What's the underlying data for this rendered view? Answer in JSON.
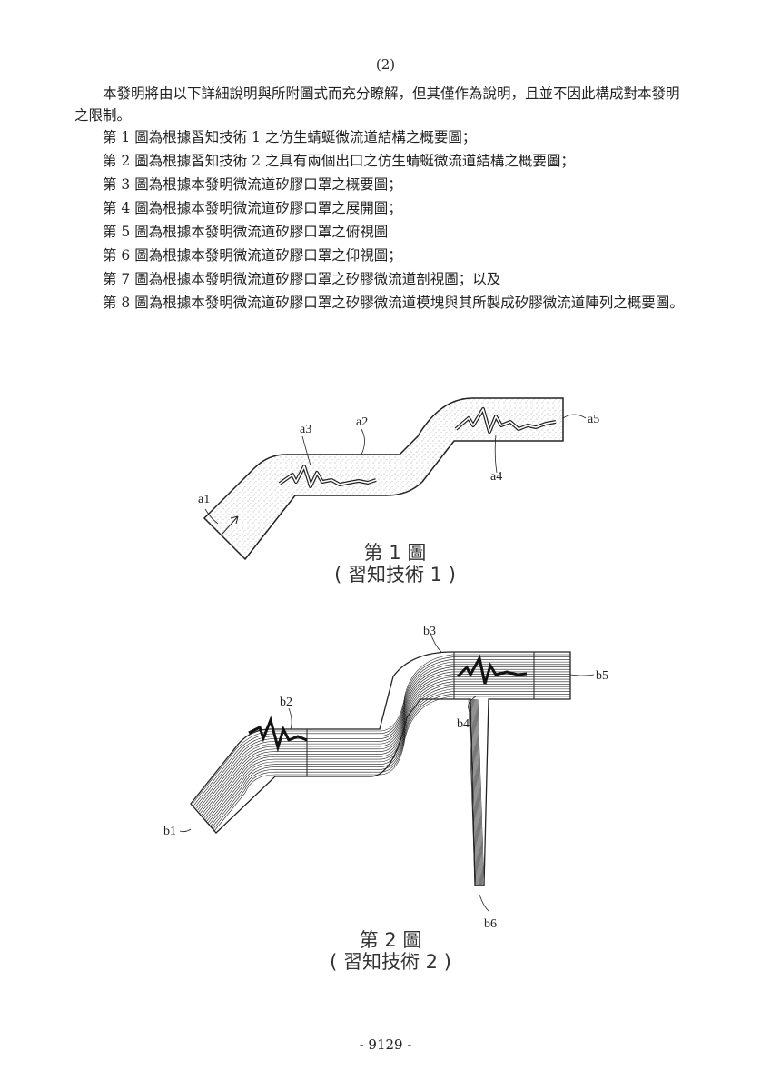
{
  "header": {
    "page_marker": "(2)"
  },
  "intro": "本發明將由以下詳細說明與所附圖式而充分瞭解，但其僅作為說明，且並不因此構成對本發明之限制。",
  "figure_list": [
    "第 1 圖為根據習知技術 1 之仿生蜻蜓微流道結構之概要圖；",
    "第 2 圖為根據習知技術 2 之具有兩個出口之仿生蜻蜓微流道結構之概要圖；",
    "第 3 圖為根據本發明微流道矽膠口罩之概要圖；",
    "第 4 圖為根據本發明微流道矽膠口罩之展開圖；",
    "第 5 圖為根據本發明微流道矽膠口罩之俯視圖",
    "第 6 圖為根據本發明微流道矽膠口罩之仰視圖；",
    "第 7 圖為根據本發明微流道矽膠口罩之矽膠微流道剖視圖；以及",
    "第 8 圖為根據本發明微流道矽膠口罩之矽膠微流道模塊與其所製成矽膠微流道陣列之概要圖。"
  ],
  "figure1": {
    "labels": {
      "a1": "a1",
      "a2": "a2",
      "a3": "a3",
      "a4": "a4",
      "a5": "a5"
    },
    "caption_line1": "第 1 圖",
    "caption_line2": "( 習知技術 1 )"
  },
  "figure2": {
    "labels": {
      "b1": "b1",
      "b2": "b2",
      "b3": "b3",
      "b4": "b4",
      "b5": "b5",
      "b6": "b6"
    },
    "caption_line1": "第 2 圖",
    "caption_line2": "( 習知技術 2 )"
  },
  "footer": {
    "page_number": "- 9129 -"
  }
}
